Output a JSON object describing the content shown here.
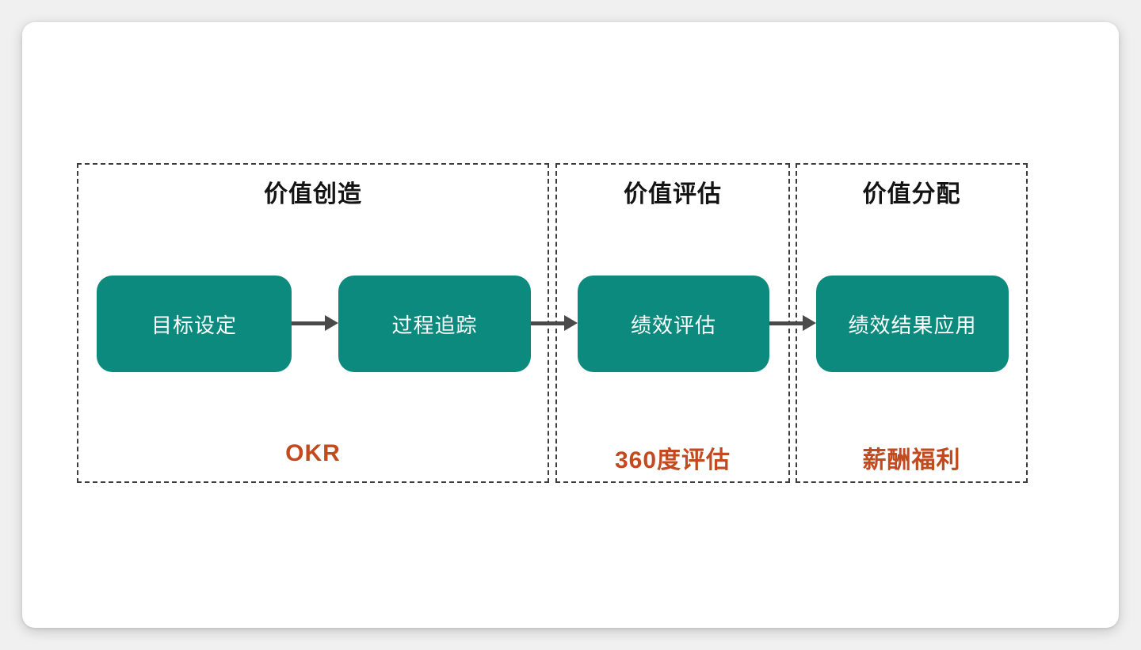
{
  "colors": {
    "page_bg": "#f0f0f0",
    "card_bg": "#ffffff",
    "node_fill": "#0d8a7e",
    "node_text": "#ffffff",
    "zone_border": "#3d3d3d",
    "title_text": "#141414",
    "method_text": "#c24a1e",
    "arrow": "#4a4a4a"
  },
  "diagram": {
    "sections": [
      {
        "title": "价值创造",
        "method": "OKR",
        "steps": [
          "目标设定",
          "过程追踪"
        ]
      },
      {
        "title": "价值评估",
        "method": "360度评估",
        "steps": [
          "绩效评估"
        ]
      },
      {
        "title": "价值分配",
        "method": "薪酬福利",
        "steps": [
          "绩效结果应用"
        ]
      }
    ],
    "flow": [
      "目标设定 → 过程追踪",
      "过程追踪 → 绩效评估",
      "绩效评估 → 绩效结果应用"
    ]
  }
}
